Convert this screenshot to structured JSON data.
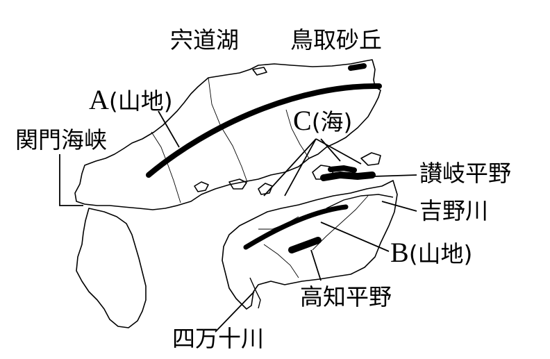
{
  "labels": {
    "shinji_lake": "宍道湖",
    "tottori_dunes": "鳥取砂丘",
    "mountain_a": {
      "letter": "A",
      "text": "(山地)"
    },
    "sea_c": {
      "letter": "C",
      "text": "(海)"
    },
    "kanmon_strait": "関門海峡",
    "sanuki_plain": "讃岐平野",
    "yoshino_river": "吉野川",
    "mountain_b": {
      "letter": "B",
      "text": "(山地)"
    },
    "kochi_plain": "高知平野",
    "shimanto_river": "四万十川"
  },
  "colors": {
    "line": "#000000",
    "background": "#ffffff"
  }
}
